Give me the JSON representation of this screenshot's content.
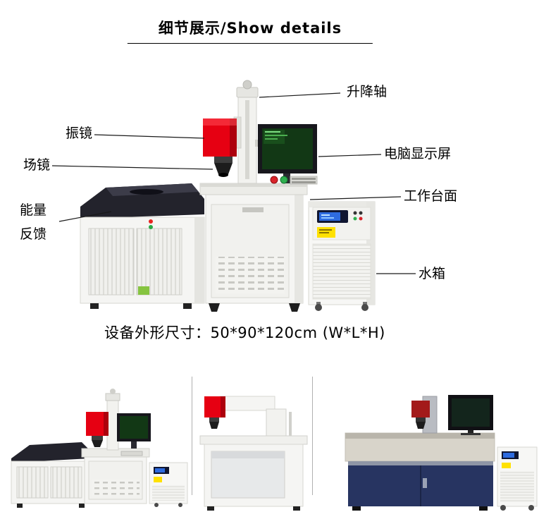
{
  "page": {
    "title": "细节展示/Show details",
    "dimensions_text": "设备外形尺寸：50*90*120cm (W*L*H)"
  },
  "callouts": {
    "lift_axis": "升降轴",
    "galvo_mirror": "振镜",
    "field_lens": "场镜",
    "computer_screen": "电脑显示屏",
    "worktable": "工作台面",
    "energy": "能量",
    "feedback": "反馈",
    "water_tank": "水箱"
  },
  "colors": {
    "galvo_red": "#e60012",
    "cabinet_lid_dark": "#23232c",
    "monitor_screen_green": "#123815",
    "chiller_screen_blue": "#2e6bdf",
    "sticker_yellow": "#ffe100",
    "navy_cabinet": "#273461"
  }
}
